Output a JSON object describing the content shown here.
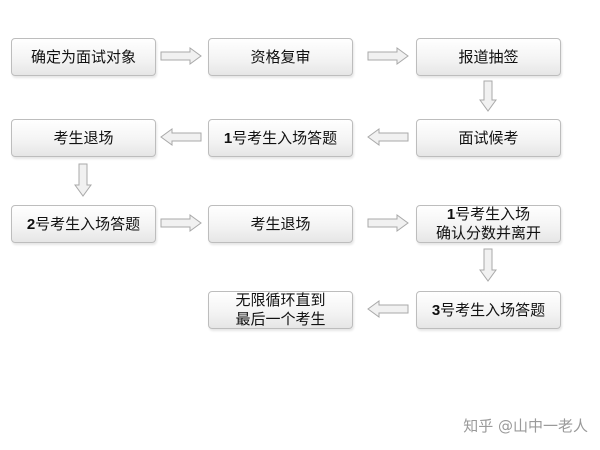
{
  "steps": [
    {
      "id": "s1",
      "text": "确定为面试对象"
    },
    {
      "id": "s2",
      "text": "资格复审"
    },
    {
      "id": "s3",
      "text": "报道抽签"
    },
    {
      "id": "s4",
      "text": "面试候考"
    },
    {
      "id": "s5",
      "num": "1",
      "text": "号考生入场答题"
    },
    {
      "id": "s6",
      "text": "考生退场"
    },
    {
      "id": "s7",
      "num": "2",
      "text": "号考生入场答题"
    },
    {
      "id": "s8",
      "text": "考生退场"
    },
    {
      "id": "s9",
      "num": "1",
      "lines": [
        "号考生入场",
        "确认分数并离开"
      ]
    },
    {
      "id": "s10",
      "num": "3",
      "text": "号考生入场答题"
    },
    {
      "id": "s11",
      "lines": [
        "无限循环直到",
        "最后一个考生"
      ]
    }
  ],
  "watermark": "知乎 @山中一老人"
}
